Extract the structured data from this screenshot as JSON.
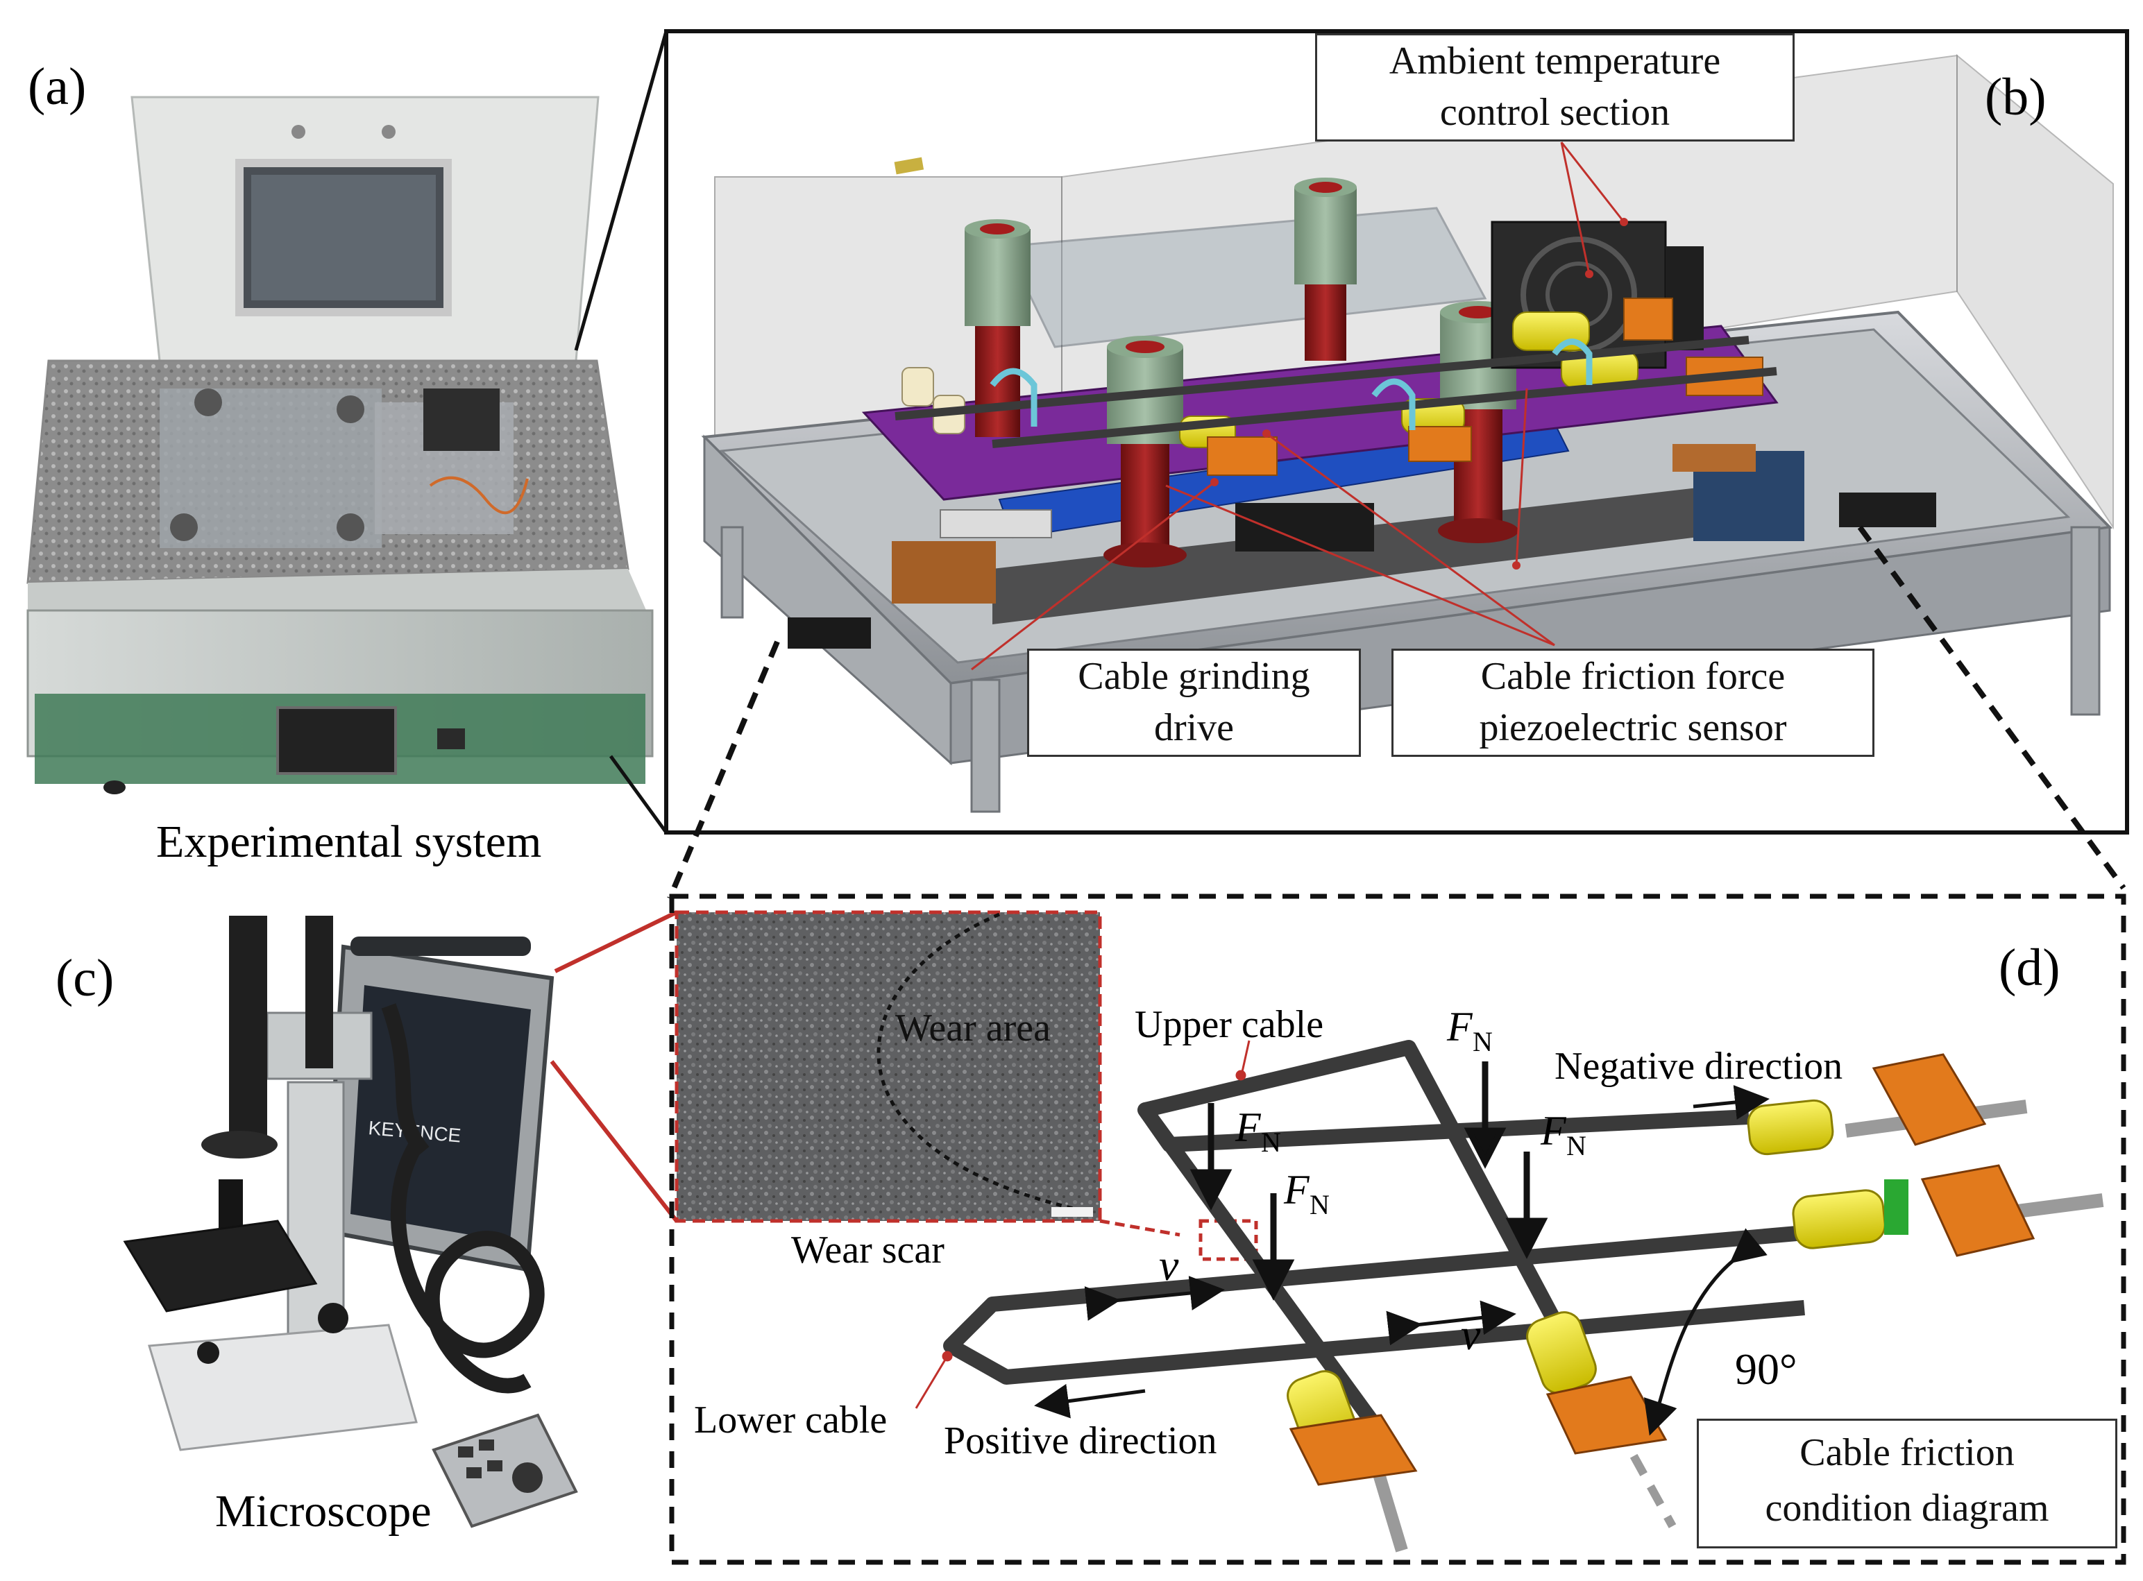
{
  "panels": {
    "a": {
      "letter": "(a)",
      "caption": "Experimental system"
    },
    "b": {
      "letter": "(b)",
      "labels": {
        "ambient_line1": "Ambient temperature",
        "ambient_line2": "control section",
        "grinding_line1": "Cable grinding",
        "grinding_line2": "drive",
        "friction_line1": "Cable friction force",
        "friction_line2": "piezoelectric sensor"
      }
    },
    "c": {
      "letter": "(c)",
      "caption": "Microscope",
      "brand": "KEYENCE"
    },
    "d": {
      "letter": "(d)",
      "labels": {
        "wear_area": "Wear area",
        "wear_scar": "Wear scar",
        "upper_cable": "Upper cable",
        "lower_cable": "Lower cable",
        "negative_direction": "Negative direction",
        "positive_direction": "Positive direction",
        "force_symbol": "F",
        "force_subscript": "N",
        "velocity": "v",
        "angle": "90°",
        "diagram_line1": "Cable friction",
        "diagram_line2": "condition diagram"
      }
    }
  },
  "colors": {
    "cable": "#3a3a3a",
    "coupler_yellow": "#f2e200",
    "bracket_orange": "#e27a1c",
    "green_ring": "#2aa832",
    "wear_box_red": "#c0302b",
    "frame_grey": "#9aa0a6",
    "plate_purple": "#7a2a9a",
    "pillar_green": "#7f9c82",
    "pillar_red": "#8a1a1a",
    "rail_blue": "#1f4fc0"
  }
}
